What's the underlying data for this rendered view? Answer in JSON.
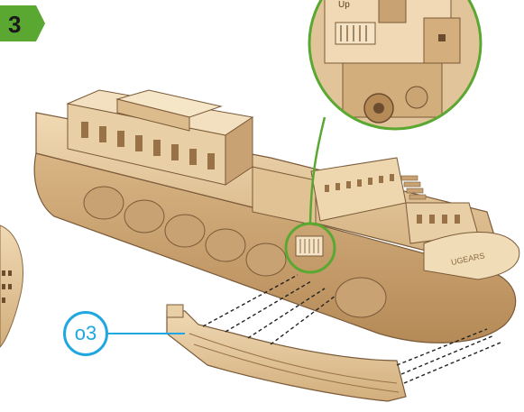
{
  "step": {
    "number": "3",
    "badge_color": "#5aa832"
  },
  "part_callout": {
    "label": "o3",
    "color": "#1ea7e0"
  },
  "zoom_callout": {
    "ring_color": "#5aa832",
    "text": "Up"
  },
  "ship": {
    "brand_text": "UGEARS",
    "wood_color": "#e2c49a"
  }
}
